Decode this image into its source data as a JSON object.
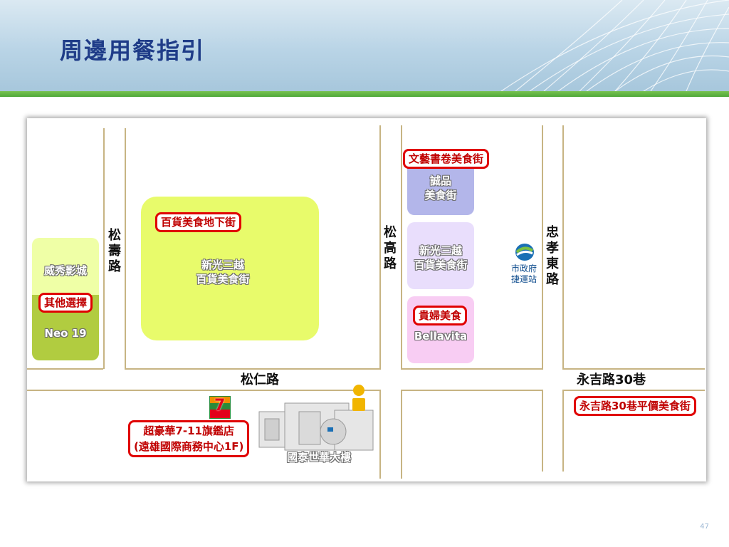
{
  "slide": {
    "title": "周邊用餐指引",
    "page_number": "47"
  },
  "colors": {
    "road": "#c7b483",
    "tag_red": "#e00000",
    "title_blue": "#1f3c88",
    "green_bar": "#5cb443"
  },
  "roads": {
    "songshou": "松壽路",
    "songgao": "松高路",
    "zhongxiao_east": "忠孝東路",
    "songren": "松仁路",
    "yongji_lane30": "永吉路30巷"
  },
  "places": {
    "vieshow": "威秀影城",
    "neo19": "Neo 19",
    "shinkong_a": "新光三越\n百貨美食街",
    "eslite": "誠品\n美食街",
    "shinkong_b": "新光三越\n百貨美食街",
    "bellavita": "Bellavita",
    "cathay": "國泰世華大樓",
    "mrt": "市政府\n捷運站",
    "seven_eleven_logo": "7-ELEVEn"
  },
  "tags": {
    "other_choices": "其他選擇",
    "dept_food_basement": "百貨美食地下街",
    "book_food_street": "文藝書卷美食街",
    "noble_women_food": "貴婦美食",
    "yongji_food": "永吉路30巷平價美食街",
    "seven_eleven": "超豪華7-11旗鑑店\n(遠雄國際商務中心1F)"
  }
}
